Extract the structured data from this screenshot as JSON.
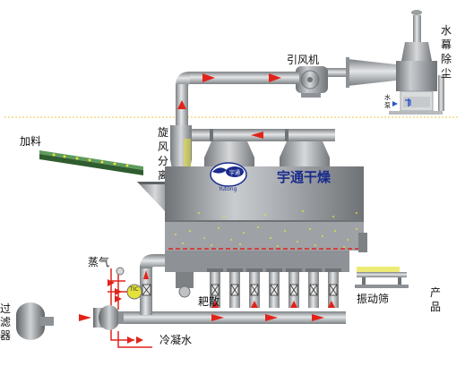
{
  "labels": {
    "feed": "加料",
    "cyclone": [
      "旋",
      "风",
      "分",
      "离"
    ],
    "fan": "引风机",
    "scrubber": [
      "水",
      "幕",
      "除",
      "尘"
    ],
    "pump": [
      "水",
      "泵"
    ],
    "dryer_name": "宇通干燥",
    "logo_cn": "宇通",
    "logo_en": "Yutong",
    "steam": "蒸气",
    "rake": "耙散",
    "condensate": "冷凝水",
    "sieve": "振动筛",
    "product": [
      "产",
      "品"
    ],
    "filter": [
      "过",
      "滤",
      "器"
    ],
    "tic": "TIC"
  },
  "colors": {
    "pipe": "#a9acaf",
    "pipe_dark": "#6f7376",
    "body": "#8e9296",
    "flow_arrow": "#e2231a",
    "floor_line": "#ecd36a",
    "steam_line": "#e2231a",
    "product_dust": "#e6e23a",
    "feed_conveyor": "#3b6b3b",
    "title_text": "#1a2b8c"
  }
}
